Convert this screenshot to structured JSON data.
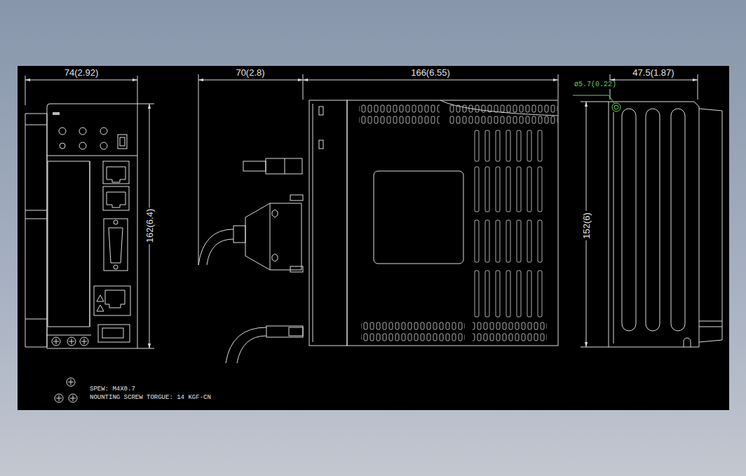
{
  "diagram": {
    "labels": [
      "74(2.92)",
      "70(2.8)",
      "166(6.55)",
      "47.5(1.87)",
      "162(6.4)",
      "152(6)",
      "ø5.7(0.22)",
      "SPEW: M4X0.7",
      "NOUNTING SCREW TORGUE: 14 KGF-CN"
    ]
  }
}
